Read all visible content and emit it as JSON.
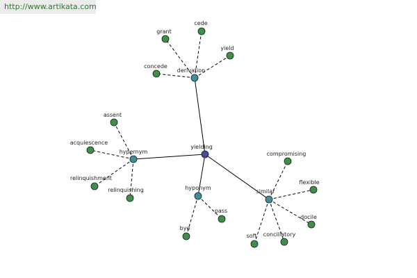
{
  "header": {
    "url": "http://www.artikata.com"
  },
  "colors": {
    "root_node": "#4a4aa0",
    "relation_node": "#3f8f96",
    "leaf_node": "#3f8f4a",
    "edge": "#000000",
    "url_text": "#2a7a2a"
  },
  "graph": {
    "root": {
      "id": "yielding",
      "label": "yielding",
      "kind": "root"
    },
    "relations": [
      {
        "id": "derivation",
        "label": "derivation",
        "kind": "relation"
      },
      {
        "id": "hypernym",
        "label": "hypernym",
        "kind": "relation"
      },
      {
        "id": "hyponym",
        "label": "hyponym",
        "kind": "relation"
      },
      {
        "id": "similar",
        "label": "similar",
        "kind": "relation"
      }
    ],
    "leaves": [
      {
        "id": "grant",
        "label": "grant",
        "parent": "derivation"
      },
      {
        "id": "cede",
        "label": "cede",
        "parent": "derivation"
      },
      {
        "id": "yield",
        "label": "yield",
        "parent": "derivation"
      },
      {
        "id": "concede",
        "label": "concede",
        "parent": "derivation"
      },
      {
        "id": "assent",
        "label": "assent",
        "parent": "hypernym"
      },
      {
        "id": "acquiescence",
        "label": "acquiescence",
        "parent": "hypernym"
      },
      {
        "id": "relinquishment",
        "label": "relinquishment",
        "parent": "hypernym"
      },
      {
        "id": "relinquishing",
        "label": "relinquishing",
        "parent": "hypernym"
      },
      {
        "id": "bye",
        "label": "bye",
        "parent": "hyponym"
      },
      {
        "id": "pass",
        "label": "pass",
        "parent": "hyponym"
      },
      {
        "id": "compromising",
        "label": "compromising",
        "parent": "similar"
      },
      {
        "id": "flexible",
        "label": "flexible",
        "parent": "similar"
      },
      {
        "id": "docile",
        "label": "docile",
        "parent": "similar"
      },
      {
        "id": "conciliatory",
        "label": "conciliatory",
        "parent": "similar"
      },
      {
        "id": "soft",
        "label": "soft",
        "parent": "similar"
      }
    ],
    "edges": [
      {
        "from": "yielding",
        "to": "derivation",
        "style": "solid"
      },
      {
        "from": "yielding",
        "to": "hypernym",
        "style": "solid"
      },
      {
        "from": "yielding",
        "to": "hyponym",
        "style": "solid"
      },
      {
        "from": "yielding",
        "to": "similar",
        "style": "solid"
      },
      {
        "from": "derivation",
        "to": "grant",
        "style": "dashed"
      },
      {
        "from": "derivation",
        "to": "cede",
        "style": "dashed"
      },
      {
        "from": "derivation",
        "to": "yield",
        "style": "dashed"
      },
      {
        "from": "derivation",
        "to": "concede",
        "style": "dashed"
      },
      {
        "from": "hypernym",
        "to": "assent",
        "style": "dashed"
      },
      {
        "from": "hypernym",
        "to": "acquiescence",
        "style": "dashed"
      },
      {
        "from": "hypernym",
        "to": "relinquishment",
        "style": "dashed"
      },
      {
        "from": "hypernym",
        "to": "relinquishing",
        "style": "dashed"
      },
      {
        "from": "hyponym",
        "to": "bye",
        "style": "dashed"
      },
      {
        "from": "hyponym",
        "to": "pass",
        "style": "dashed"
      },
      {
        "from": "similar",
        "to": "compromising",
        "style": "dashed"
      },
      {
        "from": "similar",
        "to": "flexible",
        "style": "dashed"
      },
      {
        "from": "similar",
        "to": "docile",
        "style": "dashed"
      },
      {
        "from": "similar",
        "to": "conciliatory",
        "style": "dashed"
      },
      {
        "from": "similar",
        "to": "soft",
        "style": "dashed"
      }
    ]
  }
}
